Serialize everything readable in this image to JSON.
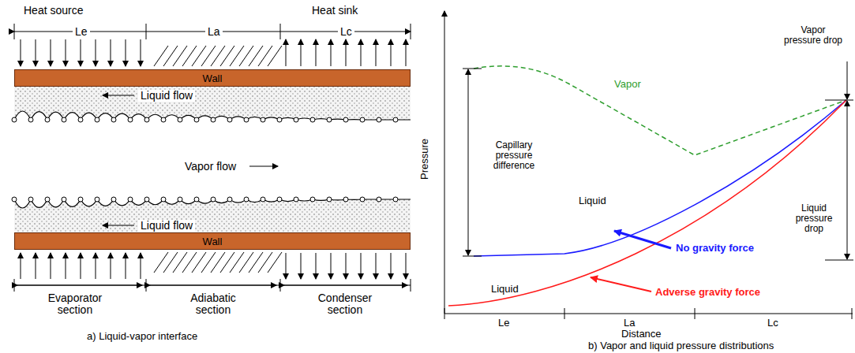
{
  "diagram": {
    "caption": "b) Vapor and liquid pressure distributions",
    "nodes": [
      {
        "text": [
          "Wall"
        ]
      },
      {
        "text": [
          "Wall"
        ]
      }
    ],
    "labels": [
      "Heat source",
      "Le",
      "La",
      "Heat sink",
      "Lc",
      "Liquid flow",
      "Vapor flow",
      "Liquid flow",
      "Evaporator section",
      "Adiabatic section",
      "Condenser section",
      "a) Liquid-vapor interface",
      "Pressure",
      "Vapor",
      "Vapor pressure drop",
      "Capillary pressure difference",
      "Liquid",
      "Liquid pressure drop",
      "Liquid",
      "No gravity force",
      "Adverse gravity force",
      "Le",
      "La",
      "Distance",
      "Lc"
    ]
  }
}
